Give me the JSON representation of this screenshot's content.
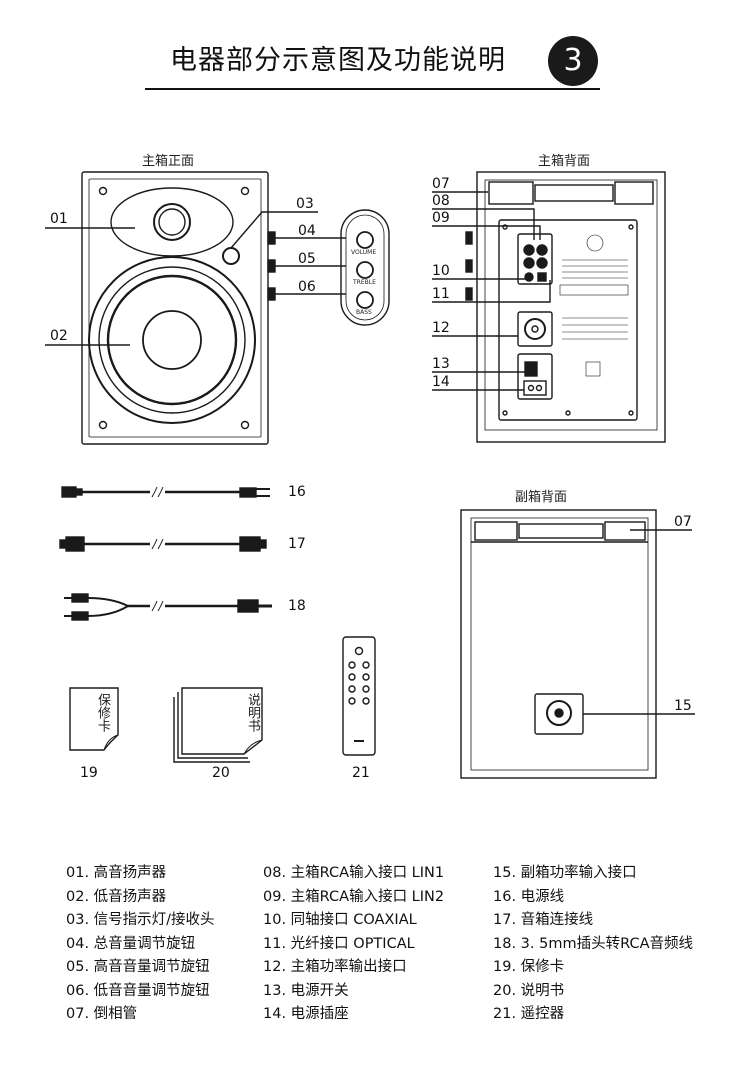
{
  "title": "电器部分示意图及功能说明",
  "page_number": "3",
  "views": {
    "front": "主箱正面",
    "back": "主箱背面",
    "sub_back": "副箱背面"
  },
  "knob_labels": [
    "VOLUME",
    "TREBLE",
    "BASS"
  ],
  "callouts": {
    "n01": "01",
    "n02": "02",
    "n03": "03",
    "n04": "04",
    "n05": "05",
    "n06": "06",
    "n07": "07",
    "n08": "08",
    "n09": "09",
    "n10": "10",
    "n11": "11",
    "n12": "12",
    "n13": "13",
    "n14": "14",
    "n15": "15",
    "n16": "16",
    "n17": "17",
    "n18": "18",
    "n19": "19",
    "n20": "20",
    "n21": "21",
    "n07b": "07"
  },
  "warranty_card_text": "保修卡",
  "manual_text": "说明书",
  "legend": {
    "col1": [
      "01. 高音扬声器",
      "02. 低音扬声器",
      "03. 信号指示灯/接收头",
      "04. 总音量调节旋钮",
      "05. 高音音量调节旋钮",
      "06. 低音音量调节旋钮",
      "07. 倒相管"
    ],
    "col2": [
      "08. 主箱RCA输入接口  LIN1",
      "09. 主箱RCA输入接口  LIN2",
      "10. 同轴接口  COAXIAL",
      "11. 光纤接口  OPTICAL",
      "12. 主箱功率输出接口",
      "13. 电源开关",
      "14. 电源插座"
    ],
    "col3": [
      "15. 副箱功率输入接口",
      "16. 电源线",
      "17. 音箱连接线",
      "18. 3. 5mm插头转RCA音频线",
      "19. 保修卡",
      "20. 说明书",
      "21. 遥控器"
    ]
  }
}
